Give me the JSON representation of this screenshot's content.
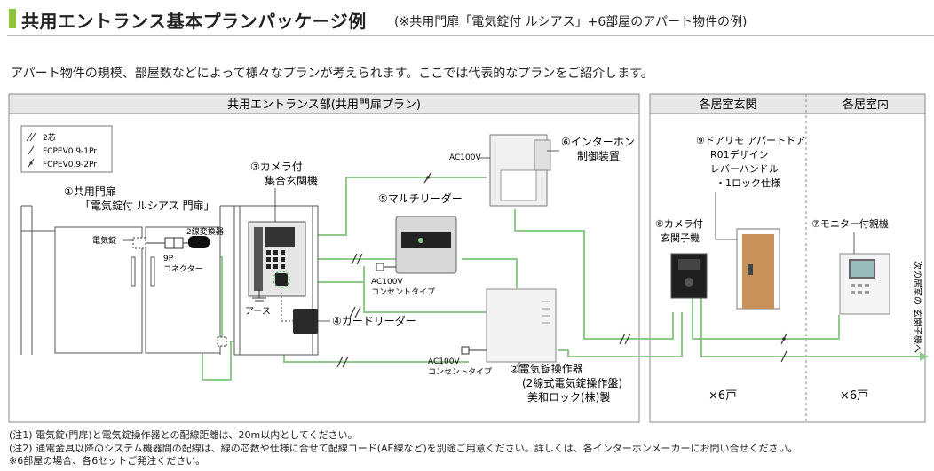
{
  "header": {
    "title": "共用エントランス基本プランパッケージ例",
    "subtitle": "(※共用門扉「電気錠付 ルシアス」+6部屋のアパート物件の例)"
  },
  "intro": "アパート物件の規模、部屋数などによって様々なプランが考えられます。ここでは代表的なプランをご紹介します。",
  "sections": {
    "entrance": "共用エントランス部(共用門扉プラン)",
    "genkan": "各居室玄関",
    "shitsunai": "各居室内"
  },
  "legend": {
    "l1": "2芯",
    "l2": "FCPEV0.9-1Pr",
    "l3": "FCPEV0.9-2Pr"
  },
  "labels": {
    "i1a": "①共用門扉",
    "i1b": "「電気錠付 ルシアス 門扉」",
    "denkijo": "電気錠",
    "henkanki": "2線変換器",
    "con9p_a": "9P",
    "con9p_b": "コネクター",
    "i3a": "③カメラ付",
    "i3b": "集合玄関機",
    "earth": "アース",
    "i4": "④カードリーダー",
    "i5": "⑤マルチリーダー",
    "ac_multi_a": "AC100V",
    "ac_multi_b": "コンセントタイプ",
    "ac_top": "AC100V",
    "i6a": "⑥インターホン",
    "i6b": "制御装置",
    "ac_op_a": "AC100V",
    "ac_op_b": "コンセントタイプ",
    "i2a": "②電気錠操作器",
    "i2b": "(2線式電気錠操作盤)",
    "i2c": "美和ロック(株)製",
    "i9a": "⑨ドアリモ アパートドア",
    "i9b": "R01デザイン",
    "i9c": "レバーハンドル",
    "i9d": "・1ロック仕様",
    "i8a": "⑧カメラ付",
    "i8b": "玄関子機",
    "i7": "⑦モニター付親機",
    "x6_a": "×6戸",
    "x6_b": "×6戸",
    "next_a": "次の居室の",
    "next_b": "玄関子機へ"
  },
  "notes": [
    "(注1) 電気錠(門扉)と電気錠操作器との配線距離は、20m以内としてください。",
    "(注2) 通電金具以降のシステム機器間の配線は、線の芯数や仕様に合せて配線コード(AE線など)を別途ご用意ください。詳しくは、各インターホンメーカーにお問い合せください。",
    "※6部屋の場合、各6セットご発注ください。"
  ],
  "colors": {
    "accent": "#8cc63f",
    "wire": "#8fc98c",
    "panel_header": "#e8e8e8"
  }
}
